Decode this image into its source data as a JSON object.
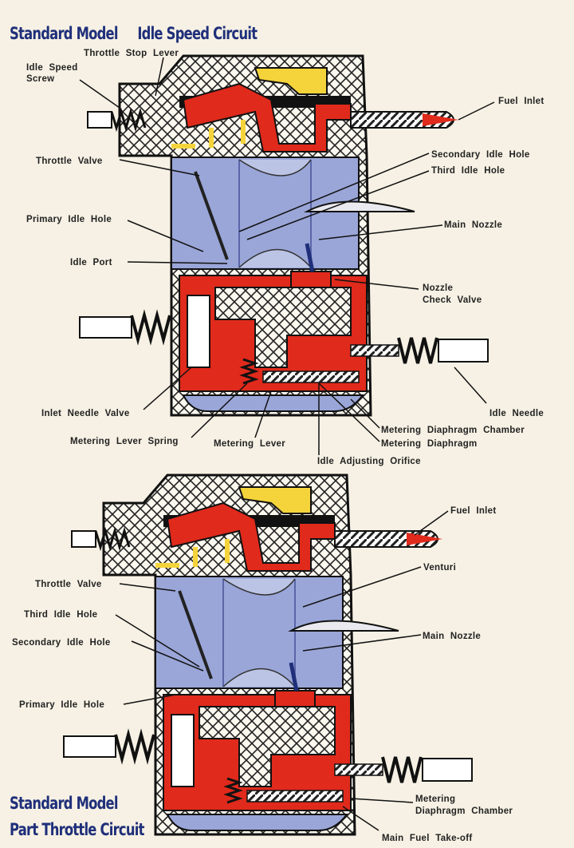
{
  "top": {
    "title_a": "Standard Model",
    "title_b": "Idle Speed Circuit",
    "labels": {
      "throttle_stop_lever": "Throttle Stop Lever",
      "idle_speed_screw_1": "Idle Speed",
      "idle_speed_screw_2": "Screw",
      "fuel_inlet": "Fuel Inlet",
      "throttle_valve": "Throttle Valve",
      "secondary_idle_hole": "Secondary Idle Hole",
      "third_idle_hole": "Third Idle Hole",
      "primary_idle_hole": "Primary Idle Hole",
      "main_nozzle": "Main Nozzle",
      "idle_port": "Idle Port",
      "nozzle_check_valve_1": "Nozzle",
      "nozzle_check_valve_2": "Check Valve",
      "inlet_needle_valve": "Inlet Needle Valve",
      "idle_needle": "Idle Needle",
      "metering_diaphragm_chamber": "Metering Diaphragm Chamber",
      "metering_lever_spring": "Metering Lever Spring",
      "metering_lever": "Metering Lever",
      "metering_diaphragm": "Metering Diaphragm",
      "idle_adjusting_orifice": "Idle Adjusting Orifice"
    }
  },
  "bottom": {
    "title_a": "Standard Model",
    "title_b": "Part Throttle Circuit",
    "labels": {
      "fuel_inlet": "Fuel Inlet",
      "throttle_valve": "Throttle Valve",
      "venturi": "Venturi",
      "third_idle_hole": "Third Idle Hole",
      "main_nozzle": "Main Nozzle",
      "secondary_idle_hole": "Secondary Idle Hole",
      "primary_idle_hole": "Primary Idle Hole",
      "metering_diaphragm_chamber_1": "Metering",
      "metering_diaphragm_chamber_2": "Diaphragm Chamber",
      "main_fuel_takeoff": "Main Fuel Take-off"
    }
  },
  "colors": {
    "fuel": "#e02a1c",
    "air": "#9aa6d8",
    "lever": "#f4d43a",
    "title": "#1f2f7a"
  }
}
